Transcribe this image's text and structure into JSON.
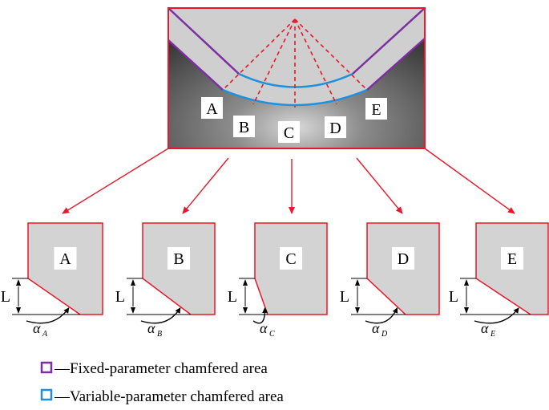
{
  "top_view": {
    "labels": [
      "A",
      "B",
      "C",
      "D",
      "E"
    ]
  },
  "details": [
    {
      "label": "A",
      "dim": "L",
      "angle_symbol": "α",
      "angle_sub": "A"
    },
    {
      "label": "B",
      "dim": "L",
      "angle_symbol": "α",
      "angle_sub": "B"
    },
    {
      "label": "C",
      "dim": "L",
      "angle_symbol": "α",
      "angle_sub": "C"
    },
    {
      "label": "D",
      "dim": "L",
      "angle_symbol": "α",
      "angle_sub": "D"
    },
    {
      "label": "E",
      "dim": "L",
      "angle_symbol": "α",
      "angle_sub": "E"
    }
  ],
  "legend": [
    {
      "text": "—Fixed-parameter chamfered area",
      "color": "#7b2fa0"
    },
    {
      "text": "—Variable-parameter chamfered area",
      "color": "#1e90e0"
    }
  ],
  "colors": {
    "red": "#e8182a",
    "purple": "#7b2fa0",
    "blue": "#1e90e0",
    "gray_fill": "#d3d3d3"
  }
}
